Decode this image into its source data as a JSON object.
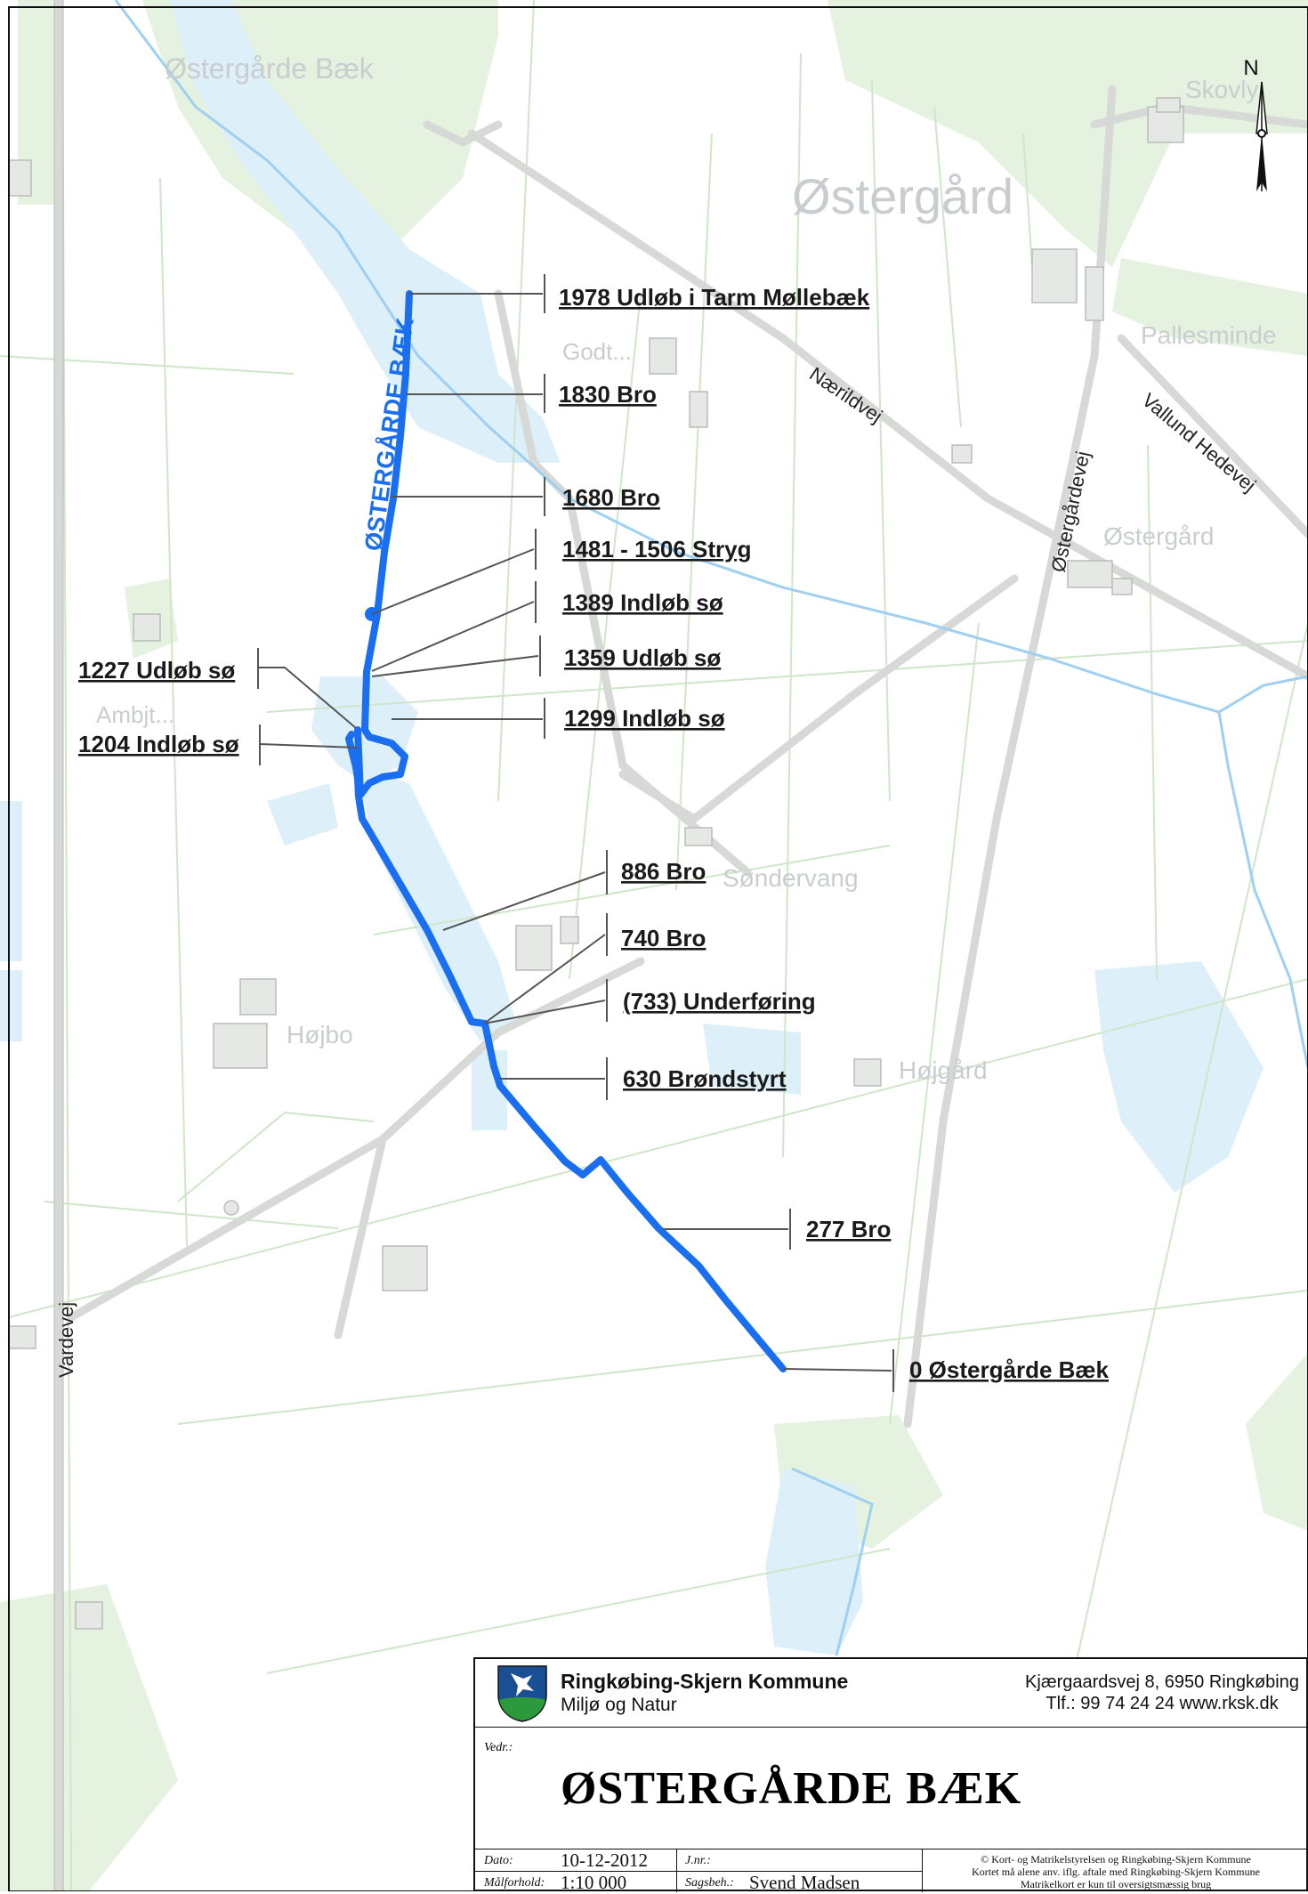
{
  "map": {
    "stream_name": "ØSTERGÅRDE BÆK",
    "compass": "N",
    "places": [
      "Østergårde Bæk",
      "Østergård",
      "Godt...",
      "Skovly",
      "Pallesminde",
      "Østergård",
      "Ambjt...",
      "Søndervang",
      "Højbo",
      "Højgård"
    ],
    "roads": [
      "Nærildvej",
      "Vallund Hedevej",
      "Østergårdevej",
      "Vardevej"
    ],
    "stations": [
      "1978 Udløb i Tarm Møllebæk",
      "1830 Bro",
      "1680 Bro",
      "1481 - 1506 Stryg",
      "1389 Indløb sø",
      "1359 Udløb sø",
      "1299 Indløb sø",
      "1227 Udløb sø",
      "1204 Indløb sø",
      "886 Bro",
      "740 Bro",
      "(733) Underføring",
      "630 Brøndstyrt",
      "277 Bro",
      "0 Østergårde Bæk"
    ],
    "colors": {
      "stream": "#1a6ef0",
      "water": "#dcf0fb",
      "forest": "#e3f2de",
      "road": "#d8dcd8"
    }
  },
  "title_block": {
    "org_name": "Ringkøbing-Skjern Kommune",
    "department": "Miljø og Natur",
    "address": "Kjærgaardsvej 8, 6950 Ringkøbing",
    "contact": "Tlf.: 99 74 24 24    www.rksk.dk",
    "vedr_label": "Vedr.:",
    "title": "ØSTERGÅRDE BÆK",
    "date_label": "Dato:",
    "date": "10-12-2012",
    "jnr_label": "J.nr.:",
    "scale_label": "Målforhold:",
    "scale": "1:10 000",
    "sagsbeh_label": "Sagsbeh.:",
    "sagsbeh": "Svend Madsen",
    "copyright": [
      "© Kort- og Matrikelstyrelsen og Ringkøbing-Skjern Kommune",
      "Kortet må alene anv. iflg. aftale med Ringkøbing-Skjern Kommune",
      "Matrikelkort er kun til oversigtsmæssig brug"
    ]
  }
}
